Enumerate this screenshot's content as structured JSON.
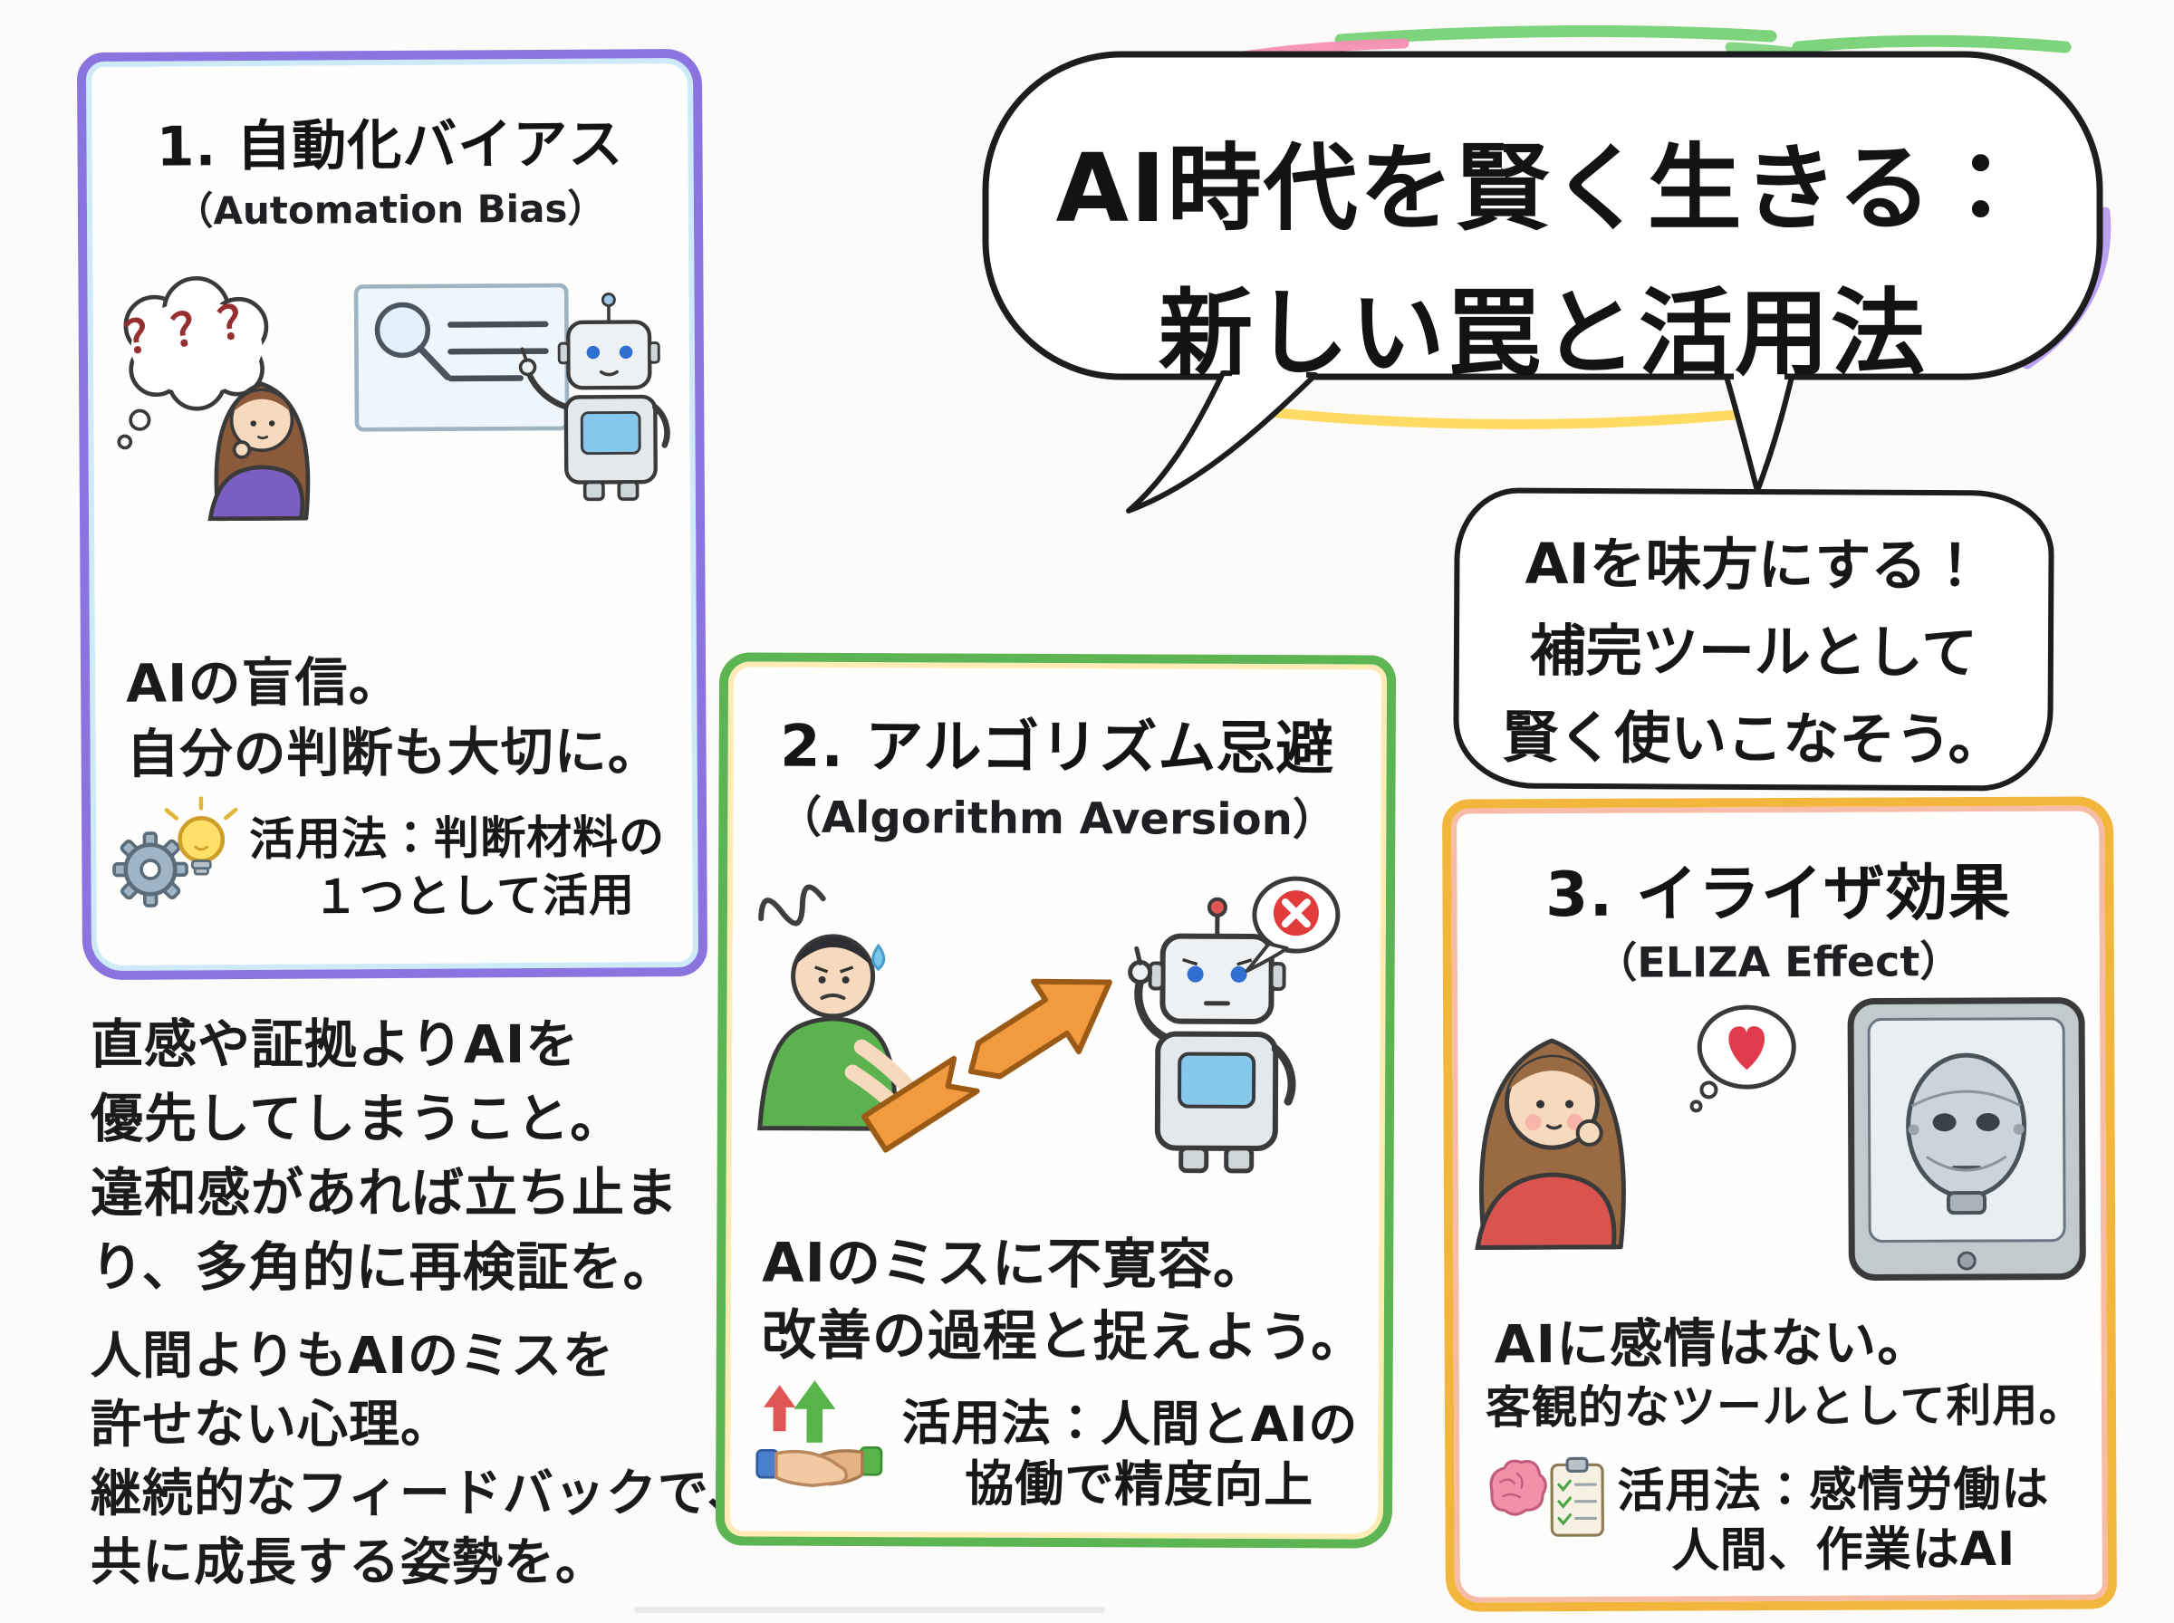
{
  "title_bubble": {
    "line1": "AI時代を賢く生きる：",
    "line2": "新しい罠と活用法"
  },
  "sub_bubble": {
    "line1": "AIを味方にする！",
    "line2": "補完ツールとして",
    "line3": "賢く使いこなそう。"
  },
  "box1": {
    "title": "1. 自動化バイアス",
    "subtitle": "（Automation Bias）",
    "question_marks": "？？？",
    "body1": "AIの盲信。",
    "body2": "自分の判断も大切に。",
    "usage1": "活用法：判断材料の",
    "usage2": "１つとして活用"
  },
  "box2": {
    "title": "2. アルゴリズム忌避",
    "subtitle": "（Algorithm Aversion）",
    "body1": "AIのミスに不寛容。",
    "body2": "改善の過程と捉えよう。",
    "usage1": "活用法：人間とAIの",
    "usage2": "協働で精度向上"
  },
  "box3": {
    "title": "3. イライザ効果",
    "subtitle": "（ELIZA Effect）",
    "body1": "AIに感情はない。",
    "body2": "客観的なツールとして利用。",
    "usage1": "活用法：感情労働は",
    "usage2": "人間、作業はAI"
  },
  "notes": {
    "p1l1": "直感や証拠よりAIを",
    "p1l2": "優先してしまうこと。",
    "p1l3": "違和感があれば立ち止ま",
    "p1l4": "り、多角的に再検証を。",
    "p2l1": "人間よりもAIのミスを",
    "p2l2": "許せない心理。",
    "p2l3": "継続的なフィードバックで、",
    "p2l4": "共に成長する姿勢を。"
  },
  "colors": {
    "box1_border": "#8a75e0",
    "box2_border": "#5cb453",
    "box3_border": "#f2b63c",
    "bubble_ink": "#1d1d1f",
    "accent_pink": "#f78fb5",
    "accent_cyan": "#55d5e8",
    "accent_yellow": "#ffd95c",
    "accent_green": "#7fd27f",
    "accent_purple": "#b79cf0"
  },
  "icons": {
    "box1_usage": "gear-lightbulb-icon",
    "box2_usage": "growth-arrows-handshake-icon",
    "box3_usage": "brain-clipboard-icon"
  }
}
